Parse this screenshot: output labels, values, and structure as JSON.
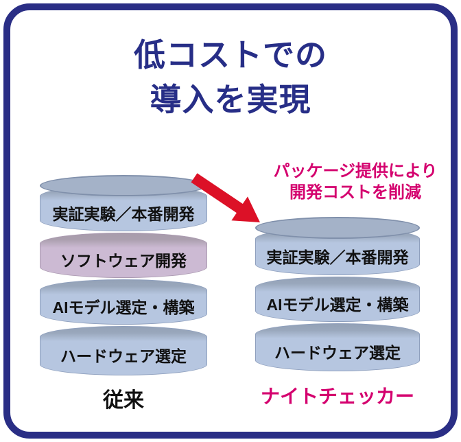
{
  "colors": {
    "border_navy": "#2a2e85",
    "title_navy": "#272e87",
    "magenta": "#d4006e",
    "arrow_red": "#dc1127",
    "disk_blue": "#b6c6e0",
    "disk_blue_shadow": "#93a1b6",
    "disk_pink": "#ccbad3",
    "disk_pink_shadow": "#a79bab",
    "cylinder_top_face": "#a4b2c8",
    "disk_text_black": "#111111"
  },
  "title": {
    "line1": "低コストでの",
    "line2": "導入を実現"
  },
  "annotation": {
    "line1": "パッケージ提供により",
    "line2": "開発コストを削減"
  },
  "stacks": [
    {
      "id": "conventional",
      "label": "従来",
      "layers": [
        {
          "text": "実証実験／本番開発",
          "color": "blue"
        },
        {
          "text": "ソフトウェア開発",
          "color": "pink"
        },
        {
          "text": "AIモデル選定・構築",
          "color": "blue"
        },
        {
          "text": "ハードウェア選定",
          "color": "blue"
        }
      ]
    },
    {
      "id": "nightchecker",
      "label": "ナイトチェッカー",
      "layers": [
        {
          "text": "実証実験／本番開発",
          "color": "blue"
        },
        {
          "text": "AIモデル選定・構築",
          "color": "blue"
        },
        {
          "text": "ハードウェア選定",
          "color": "blue"
        }
      ]
    }
  ]
}
